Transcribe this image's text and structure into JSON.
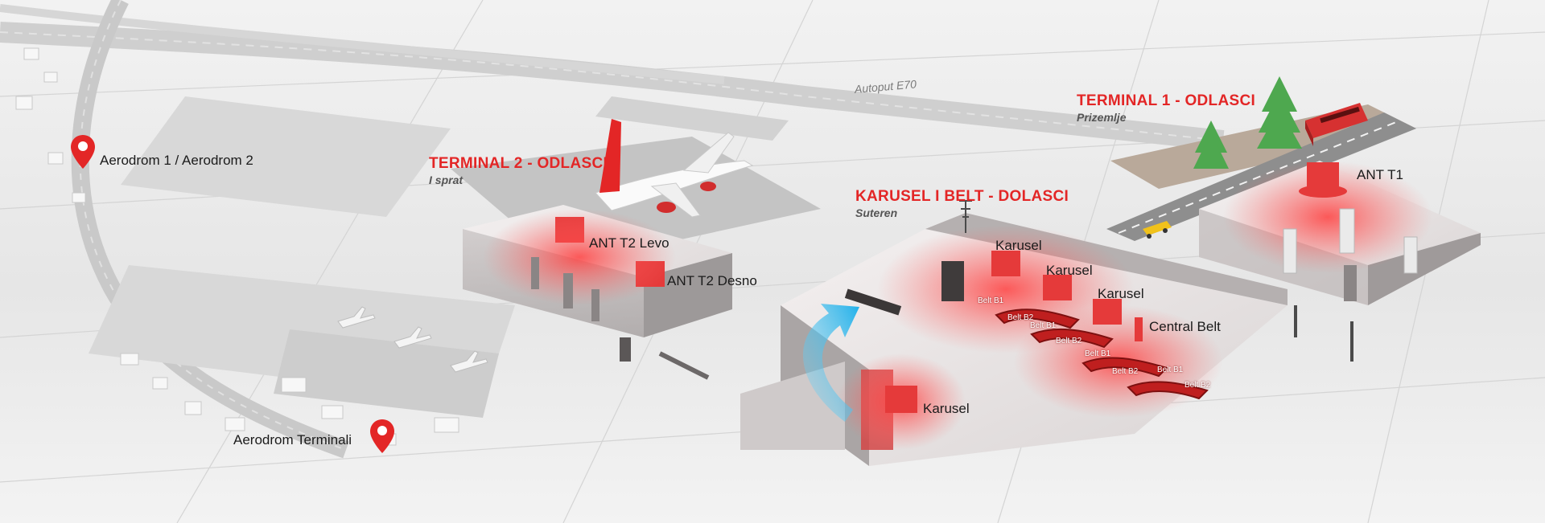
{
  "colors": {
    "accent": "#e32626",
    "glow": "#ff3b3b",
    "arrow": "#29b6e8",
    "ground": "#e9e9e9",
    "building": "#c9c9c9"
  },
  "icons": [
    "location-pin-icon",
    "airplane-icon",
    "bus-icon",
    "taxi-icon",
    "tree-icon",
    "direction-arrow-icon"
  ],
  "map": {
    "road_label": "Autoput E70",
    "places": {
      "aerodrom_1_2": "Aerodrom 1 / Aerodrom 2",
      "aerodrom_terminali": "Aerodrom Terminali"
    }
  },
  "zones": {
    "terminal2": {
      "title": "TERMINAL 2 - ODLASCI",
      "subtitle": "I sprat",
      "labels": [
        "ANT T2 Levo",
        "ANT T2 Desno"
      ]
    },
    "karusel": {
      "title": "KARUSEL I BELT - DOLASCI",
      "subtitle": "Suteren",
      "labels": [
        "Karusel",
        "Karusel",
        "Karusel",
        "Central Belt",
        "Karusel"
      ],
      "belts": [
        "Belt B1",
        "Belt B2",
        "Belt B1",
        "Belt B2",
        "Belt B1",
        "Belt B2",
        "Belt B1",
        "Belt B2"
      ]
    },
    "terminal1": {
      "title": "TERMINAL 1 - ODLASCI",
      "subtitle": "Prizemlje",
      "labels": [
        "ANT T1"
      ]
    }
  }
}
